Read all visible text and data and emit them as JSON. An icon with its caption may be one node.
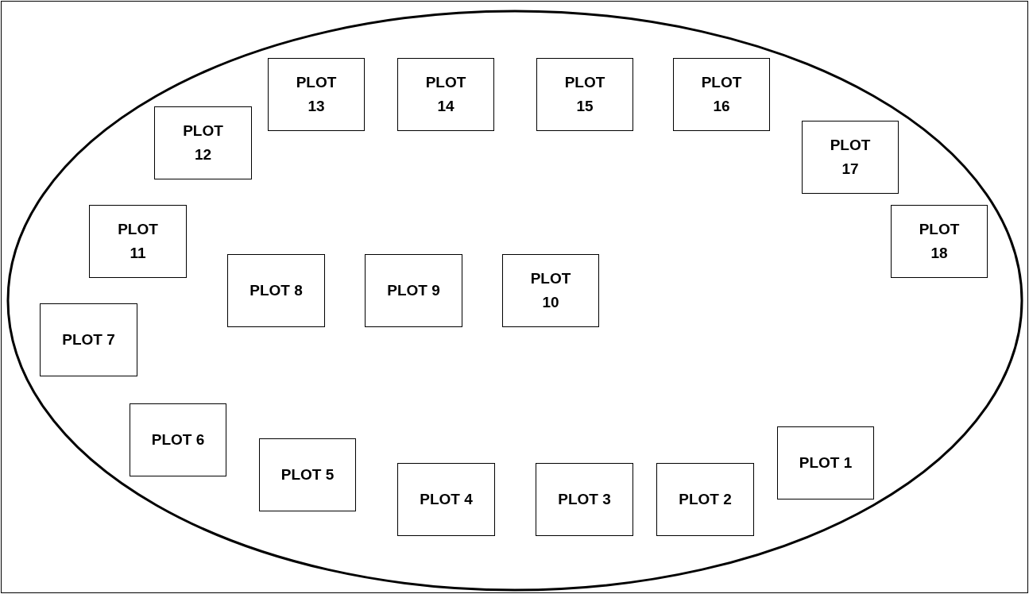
{
  "diagram": {
    "nodes": [
      {
        "text": [],
        "shape": "ellipse"
      },
      {
        "text": [
          "PLOT 1"
        ],
        "in": 0
      },
      {
        "text": [
          "PLOT 2"
        ],
        "in": 0
      },
      {
        "text": [
          "PLOT 3"
        ],
        "in": 0
      },
      {
        "text": [
          "PLOT 4"
        ],
        "in": 0
      },
      {
        "text": [
          "PLOT 5"
        ],
        "in": 0
      },
      {
        "text": [
          "PLOT 6"
        ],
        "in": 0
      },
      {
        "text": [
          "PLOT 7"
        ],
        "in": 0
      },
      {
        "text": [
          "PLOT 8"
        ],
        "in": 0
      },
      {
        "text": [
          "PLOT 9"
        ],
        "in": 0
      },
      {
        "text": [
          "PLOT 10"
        ],
        "in": 0
      },
      {
        "text": [
          "PLOT 11"
        ],
        "in": 0
      },
      {
        "text": [
          "PLOT 12"
        ],
        "in": 0
      },
      {
        "text": [
          "PLOT 13"
        ],
        "in": 0
      },
      {
        "text": [
          "PLOT 14"
        ],
        "in": 0
      },
      {
        "text": [
          "PLOT 15"
        ],
        "in": 0
      },
      {
        "text": [
          "PLOT 16"
        ],
        "in": 0
      },
      {
        "text": [
          "PLOT 17"
        ],
        "in": 0
      },
      {
        "text": [
          "PLOT 18"
        ],
        "in": 0
      }
    ]
  }
}
